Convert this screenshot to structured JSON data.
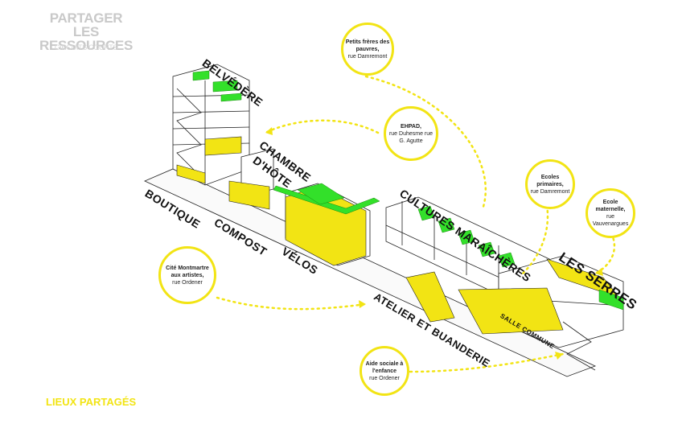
{
  "header": {
    "title_line1": "PARTAGER LES",
    "title_line2": "RESSOURCES",
    "subtitle": "CIRCUITS COURTS"
  },
  "footer": {
    "label": "LIEUX PARTAGÉS"
  },
  "colors": {
    "accent_yellow": "#f2e414",
    "green": "#33e02a",
    "ink": "#111111"
  },
  "places": [
    {
      "name": "BELVÉDÈRE"
    },
    {
      "name": "CHAMBRE"
    },
    {
      "name": "D'HÔTE"
    },
    {
      "name": "BOUTIQUE"
    },
    {
      "name": "COMPOST"
    },
    {
      "name": "VÉLOS"
    },
    {
      "name": "CULTURES MARAÎCHÈRES"
    },
    {
      "name": "LES SERRES"
    },
    {
      "name": "ATELIER ET BUANDERIE"
    },
    {
      "name": "SALLE COMMUNE"
    }
  ],
  "partners": [
    {
      "name": "Petits frères des pauvres,",
      "street": "rue Damremont"
    },
    {
      "name": "EHPAD,",
      "street": "rue Duhesme rue G. Agutte"
    },
    {
      "name": "Ecoles primaires,",
      "street": "rue Damremont"
    },
    {
      "name": "Ecole maternelle,",
      "street": "rue Vauvenargues"
    },
    {
      "name": "Cité Montmartre aux artistes,",
      "street": "rue Ordener"
    },
    {
      "name": "Aide sociale à l'enfance",
      "street": "rue Ordener"
    }
  ]
}
